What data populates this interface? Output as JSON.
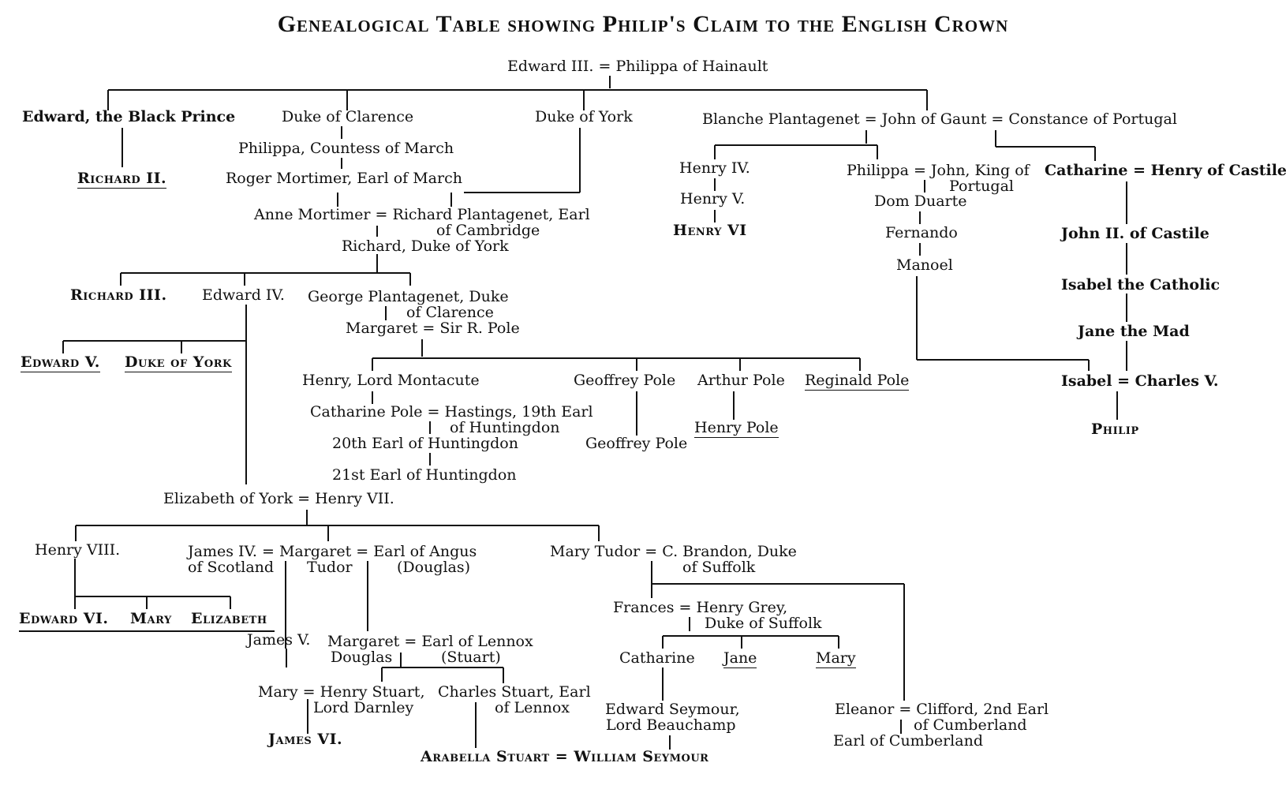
{
  "title": "Genealogical Table showing Philip's Claim to the English Crown",
  "nodes": {
    "edward3": "Edward III. = Philippa of Hainault",
    "black_prince": "Edward, the Black Prince",
    "clarence": "Duke of Clarence",
    "york_duke": "Duke of York",
    "gaunt": "Blanche Plantagenet = John of Gaunt = Constance of Portugal",
    "richard2": "Richard II.",
    "philippa_march": "Philippa, Countess of March",
    "roger_mortimer": "Roger Mortimer, Earl of March",
    "anne_mortimer_l1": "Anne Mortimer = Richard Plantagenet, Earl",
    "anne_mortimer_l2": "of Cambridge",
    "richard_york": "Richard, Duke of York",
    "henry4": "Henry IV.",
    "henry5": "Henry V.",
    "henry6": "Henry VI",
    "philippa_portugal_l1": "Philippa = John, King of",
    "philippa_portugal_l2": "Portugal",
    "dom_duarte": "Dom Duarte",
    "fernando": "Fernando",
    "manoel": "Manoel",
    "catharine_castile": "Catharine = Henry of Castile",
    "john2_castile": "John II. of Castile",
    "isabel_catholic": "Isabel the Catholic",
    "jane_mad": "Jane the Mad",
    "isabel_charles": "Isabel = Charles V.",
    "philip": "Philip",
    "richard3": "Richard III.",
    "edward4": "Edward IV.",
    "george_l1": "George Plantagenet, Duke",
    "george_l2": "of Clarence",
    "margaret_pole": "Margaret = Sir R. Pole",
    "edward5": "Edward V.",
    "duke_of_york": "Duke of York",
    "montacute": "Henry, Lord Montacute",
    "geoffrey_pole": "Geoffrey Pole",
    "arthur_pole": "Arthur Pole",
    "reginald_pole": "Reginald Pole",
    "catharine_pole_l1": "Catharine Pole = Hastings, 19th Earl",
    "catharine_pole_l2": "of Huntingdon",
    "earl20": "20th Earl of Huntingdon",
    "earl21": "21st Earl of Huntingdon",
    "geoffrey_pole_2": "Geoffrey Pole",
    "henry_pole": "Henry Pole",
    "eliz_york": "Elizabeth of York = Henry VII.",
    "henry8": "Henry VIII.",
    "james4_l1": "James IV. = Margaret = Earl of Angus",
    "james4_l2": "of Scotland",
    "james4_l3": "Tudor",
    "james4_l4": "(Douglas)",
    "mary_tudor_l1": "Mary Tudor = C. Brandon, Duke",
    "mary_tudor_l2": "of Suffolk",
    "edward6": "Edward VI.",
    "mary_q": "Mary",
    "elizabeth_q": "Elizabeth",
    "james5": "James V.",
    "margaret_douglas_l1": "Margaret = Earl of Lennox",
    "margaret_douglas_l2": "Douglas",
    "margaret_douglas_l3": "(Stuart)",
    "frances_l1": "Frances = Henry Grey,",
    "frances_l2": "Duke of Suffolk",
    "catharine_grey": "Catharine",
    "jane_grey": "Jane",
    "mary_grey": "Mary",
    "mary_darnley_l1": "Mary = Henry Stuart,",
    "mary_darnley_l2": "Lord Darnley",
    "charles_stuart_l1": "Charles Stuart, Earl",
    "charles_stuart_l2": "of Lennox",
    "james6": "James VI.",
    "arabella": "Arabella Stuart = William Seymour",
    "edward_seymour_l1": "Edward Seymour,",
    "edward_seymour_l2": "Lord Beauchamp",
    "eleanor_l1": "Eleanor = Clifford, 2nd Earl",
    "eleanor_l2": "of Cumberland",
    "earl_cumberland": "Earl of Cumberland"
  }
}
